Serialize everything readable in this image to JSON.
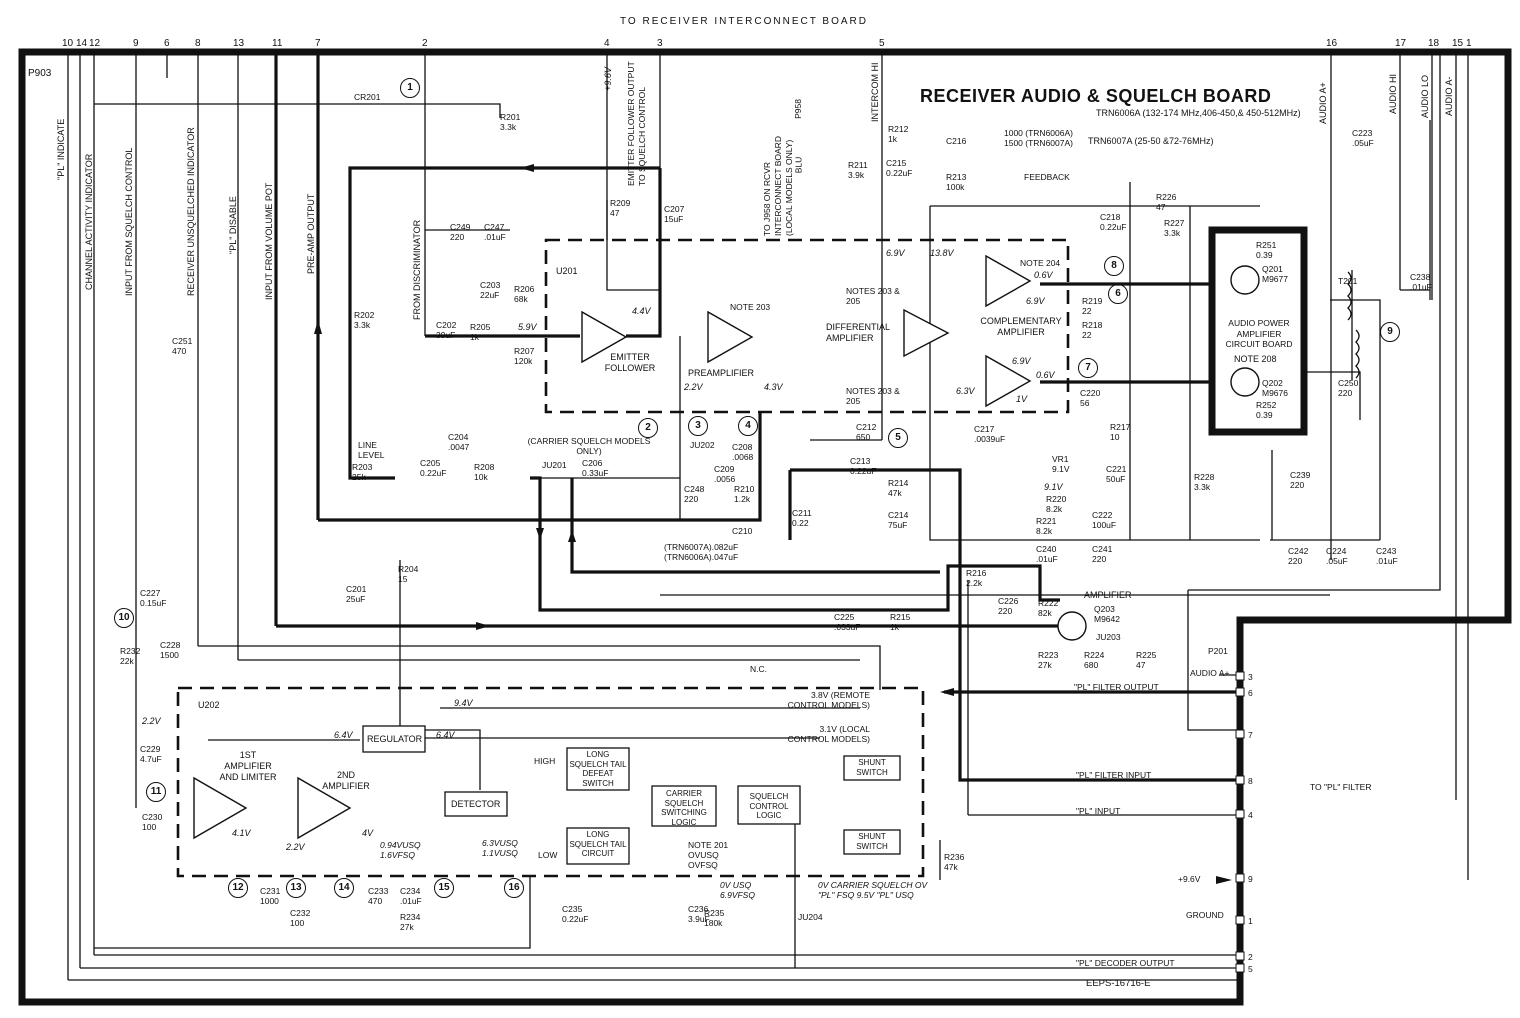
{
  "header": {
    "top_label": "TO  RECEIVER  INTERCONNECT  BOARD",
    "connector": "P903"
  },
  "title": {
    "main": "RECEIVER AUDIO & SQUELCH BOARD",
    "line1": "TRN6006A (132-174 MHz,406-450,& 450-512MHz)",
    "line2": "TRN6007A (25-50 &72-76MHz)"
  },
  "top_pins": [
    "10",
    "14",
    "12",
    "9",
    "6",
    "8",
    "13",
    "11",
    "7",
    "2",
    "4",
    "3",
    "5",
    "16",
    "17",
    "18",
    "15",
    "1"
  ],
  "signal_labels": [
    "\"PL\" INDICATE",
    "CHANNEL ACTIVITY INDICATOR",
    "INPUT FROM SQUELCH CONTROL",
    "RECEIVER UNSQUELCHED INDICATOR",
    "\"PL\" DISABLE",
    "INPUT FROM VOLUME POT",
    "PRE-AMP OUTPUT",
    "FROM DISCRIMINATOR",
    "EMITTER FOLLOWER OUTPUT TO SQUELCH CONTROL",
    "TO J958 ON RCVR INTERCONNECT BOARD (LOCAL MODELS ONLY)",
    "INTERCOM HI",
    "AUDIO A+",
    "AUDIO HI",
    "AUDIO LO",
    "AUDIO A-"
  ],
  "blocks": {
    "emitter_follower": "EMITTER FOLLOWER",
    "preamplifier": "PREAMPLIFIER",
    "differential_amplifier": "DIFFERENTIAL AMPLIFIER",
    "complementary_amplifier": "COMPLEMENTARY AMPLIFIER",
    "audio_power": "AUDIO POWER AMPLIFIER CIRCUIT BOARD",
    "note208": "NOTE 208",
    "first_amp": "1ST AMPLIFIER AND LIMITER",
    "second_amp": "2ND AMPLIFIER",
    "regulator": "REGULATOR",
    "detector": "DETECTOR",
    "long_tail_defeat": "LONG SQUELCH TAIL DEFEAT SWITCH",
    "long_tail_circuit": "LONG SQUELCH TAIL CIRCUIT",
    "carrier_logic": "CARRIER SQUELCH SWITCHING LOGIC",
    "squelch_logic": "SQUELCH CONTROL LOGIC",
    "shunt1": "SHUNT SWITCH",
    "shunt2": "SHUNT SWITCH",
    "u201": "U201",
    "u202": "U202",
    "amplifier": "AMPLIFIER"
  },
  "components": [
    {
      "ref": "CR201",
      "val": ""
    },
    {
      "ref": "R201",
      "val": "3.3k"
    },
    {
      "ref": "R202",
      "val": "3.3k"
    },
    {
      "ref": "R203",
      "val": "25k"
    },
    {
      "ref": "R204",
      "val": "15"
    },
    {
      "ref": "R205",
      "val": "1k"
    },
    {
      "ref": "R206",
      "val": "68k"
    },
    {
      "ref": "R207",
      "val": "120k"
    },
    {
      "ref": "R208",
      "val": "10k"
    },
    {
      "ref": "R209",
      "val": "47"
    },
    {
      "ref": "R210",
      "val": "1.2k"
    },
    {
      "ref": "R211",
      "val": "3.9k"
    },
    {
      "ref": "R212",
      "val": "1k"
    },
    {
      "ref": "R213",
      "val": "100k"
    },
    {
      "ref": "R214",
      "val": "47k"
    },
    {
      "ref": "R215",
      "val": "1k"
    },
    {
      "ref": "R216",
      "val": "2.2k"
    },
    {
      "ref": "R217",
      "val": "10"
    },
    {
      "ref": "R218",
      "val": "22"
    },
    {
      "ref": "R219",
      "val": "22"
    },
    {
      "ref": "R220",
      "val": "8.2k"
    },
    {
      "ref": "R221",
      "val": "8.2k"
    },
    {
      "ref": "R222",
      "val": "82k"
    },
    {
      "ref": "R223",
      "val": "27k"
    },
    {
      "ref": "R224",
      "val": "680"
    },
    {
      "ref": "R225",
      "val": "47"
    },
    {
      "ref": "R226",
      "val": "47"
    },
    {
      "ref": "R227",
      "val": "3.3k"
    },
    {
      "ref": "R228",
      "val": "3.3k"
    },
    {
      "ref": "R232",
      "val": "22k"
    },
    {
      "ref": "R234",
      "val": "27k"
    },
    {
      "ref": "R235",
      "val": "180k"
    },
    {
      "ref": "R236",
      "val": "47k"
    },
    {
      "ref": "R251",
      "val": "0.39"
    },
    {
      "ref": "R252",
      "val": "0.39"
    },
    {
      "ref": "C201",
      "val": "25uF"
    },
    {
      "ref": "C202",
      "val": "39uF"
    },
    {
      "ref": "C203",
      "val": "22uF"
    },
    {
      "ref": "C204",
      "val": ".0047"
    },
    {
      "ref": "C205",
      "val": "0.22uF"
    },
    {
      "ref": "C206",
      "val": "0.33uF"
    },
    {
      "ref": "C207",
      "val": "15uF"
    },
    {
      "ref": "C208",
      "val": ".0068"
    },
    {
      "ref": "C209",
      "val": ".0056"
    },
    {
      "ref": "C211",
      "val": "0.22"
    },
    {
      "ref": "C212",
      "val": "650"
    },
    {
      "ref": "C213",
      "val": "0.22uF"
    },
    {
      "ref": "C214",
      "val": "75uF"
    },
    {
      "ref": "C215",
      "val": "0.22uF"
    },
    {
      "ref": "C217",
      "val": ".0039uF"
    },
    {
      "ref": "C218",
      "val": "0.22uF"
    },
    {
      "ref": "C220",
      "val": "56"
    },
    {
      "ref": "C221",
      "val": "50uF"
    },
    {
      "ref": "C222",
      "val": "100uF"
    },
    {
      "ref": "C223",
      "val": ".05uF"
    },
    {
      "ref": "C224",
      "val": ".05uF"
    },
    {
      "ref": "C225",
      "val": ".033uF"
    },
    {
      "ref": "C226",
      "val": "220"
    },
    {
      "ref": "C227",
      "val": "0.15uF"
    },
    {
      "ref": "C228",
      "val": "1500"
    },
    {
      "ref": "C229",
      "val": "4.7uF"
    },
    {
      "ref": "C230",
      "val": "100"
    },
    {
      "ref": "C231",
      "val": "1000"
    },
    {
      "ref": "C232",
      "val": "100"
    },
    {
      "ref": "C233",
      "val": "470"
    },
    {
      "ref": "C234",
      "val": ".01uF"
    },
    {
      "ref": "C235",
      "val": "0.22uF"
    },
    {
      "ref": "C236",
      "val": "3.9uF"
    },
    {
      "ref": "C238",
      "val": ".01uF"
    },
    {
      "ref": "C239",
      "val": "220"
    },
    {
      "ref": "C240",
      "val": ".01uF"
    },
    {
      "ref": "C241",
      "val": "220"
    },
    {
      "ref": "C242",
      "val": "220"
    },
    {
      "ref": "C243",
      "val": ".01uF"
    },
    {
      "ref": "C247",
      "val": ".01uF"
    },
    {
      "ref": "C248",
      "val": "220"
    },
    {
      "ref": "C249",
      "val": "220"
    },
    {
      "ref": "C250",
      "val": "220"
    },
    {
      "ref": "C251",
      "val": "470"
    },
    {
      "ref": "Q201",
      "val": "M9677"
    },
    {
      "ref": "Q202",
      "val": "M9676"
    },
    {
      "ref": "Q203",
      "val": "M9642"
    },
    {
      "ref": "T201",
      "val": ""
    },
    {
      "ref": "VR1",
      "val": "9.1V"
    }
  ],
  "c216": {
    "ref": "C216",
    "line1": "1000 (TRN6006A)",
    "line2": "1500 (TRN6007A)"
  },
  "c210": {
    "ref": "C210",
    "line1": "(TRN6007A).082uF",
    "line2": "(TRN6006A).047uF"
  },
  "voltages": [
    "+9.6V",
    "4.4V",
    "5.9V",
    "2.2V",
    "4.3V",
    "6.9V",
    "13.8V",
    "0.6V",
    "6.9V",
    "6.9V",
    "6.3V",
    "1V",
    "0.6V",
    "9.4V",
    "6.4V",
    "6.4V",
    "2.2V",
    "4.1V",
    "2.2V",
    "4V",
    "9.1V"
  ],
  "notes": {
    "note203a": "NOTE 203",
    "note203b": "NOTES 203 & 205",
    "note203c": "NOTES 203 & 205",
    "note204": "NOTE 204",
    "carrier_sq": "(CARRIER SQUELCH MODELS ONLY)",
    "remote": "3.8V (REMOTE CONTROL MODELS)",
    "local": "3.1V (LOCAL CONTROL MODELS)",
    "usq1": "0.94VUSQ 1.6VFSQ",
    "usq2": "6.3VUSQ 1.1VUSQ",
    "note201": "NOTE 201 OVUSQ OVFSQ",
    "usq3": "0V USQ 6.9VFSQ",
    "carrier_block": "0V CARRIER SQUELCH OV \"PL\" FSQ 9.5V \"PL\" USQ",
    "high": "HIGH",
    "low": "LOW",
    "nc": "N.C.",
    "feedback": "FEEDBACK",
    "line_level": "LINE LEVEL",
    "blu": "BLU",
    "p958": "P958"
  },
  "jumpers": [
    "JU201",
    "JU202",
    "JU203",
    "JU204"
  ],
  "right_connector": {
    "ref": "P201",
    "side_label": "TO \"PL\" FILTER",
    "pins": [
      {
        "num": "3",
        "label": "AUDIO A+"
      },
      {
        "num": "6",
        "label": "\"PL\" FILTER OUTPUT"
      },
      {
        "num": "7",
        "label": ""
      },
      {
        "num": "8",
        "label": "\"PL\" FILTER INPUT"
      },
      {
        "num": "4",
        "label": "\"PL\" INPUT"
      },
      {
        "num": "9",
        "label": "+9.6V"
      },
      {
        "num": "1",
        "label": "GROUND"
      },
      {
        "num": "2",
        "label": ""
      },
      {
        "num": "5",
        "label": "\"PL\" DECODER OUTPUT"
      }
    ]
  },
  "test_points": [
    "1",
    "2",
    "3",
    "4",
    "5",
    "6",
    "7",
    "8",
    "9",
    "10",
    "11",
    "12",
    "13",
    "14",
    "15",
    "16"
  ],
  "footer": "EEPS-16716-E"
}
